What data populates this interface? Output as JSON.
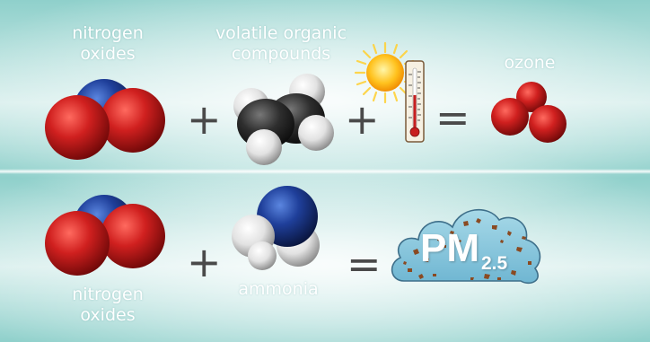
{
  "row1": {
    "reactant1": {
      "line1": "nitrogen",
      "line2": "oxides"
    },
    "reactant2": {
      "line1": "volatile organic",
      "line2": "compounds"
    },
    "product": {
      "label": "ozone"
    },
    "plus": "+",
    "equals": "="
  },
  "row2": {
    "reactant1": {
      "line1": "nitrogen",
      "line2": "oxides"
    },
    "reactant2": {
      "label": "ammonia"
    },
    "product": {
      "main": "PM",
      "sub": "2.5"
    },
    "plus": "+",
    "equals": "="
  },
  "icons": {
    "sun": "sun-icon",
    "thermometer": "thermometer-icon",
    "no2": "nitrogen-dioxide-molecule",
    "voc": "voc-molecule",
    "ozone": "ozone-molecule",
    "ammonia": "ammonia-molecule",
    "cloud": "particulate-cloud"
  },
  "colors": {
    "oxygen": "#c81e1e",
    "nitrogen": "#1f3f9a",
    "carbon": "#2b2b2b",
    "hydrogen": "#e6e6e6",
    "cloud": "#87c5dc",
    "particles": "#8a4a22",
    "background": "#bfe5e2"
  }
}
